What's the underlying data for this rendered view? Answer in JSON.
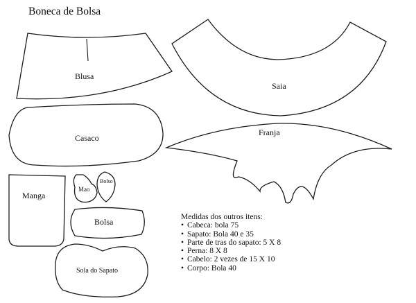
{
  "title": "Boneca de Bolsa",
  "pieces": {
    "blusa": "Blusa",
    "saia": "Saia",
    "casaco": "Casaco",
    "franja": "Franja",
    "manga": "Manga",
    "mao": "Mao",
    "bolso": "Bolso",
    "bolsa": "Bolsa",
    "sola": "Sola do Sapato"
  },
  "notes": {
    "heading": "Medidas dos outros  itens:",
    "bullet": "•",
    "items": [
      "Cabeca: bola 75",
      "Sapato: Bola 40 e 35",
      "Parte de tras do sapato: 5 X 8",
      "Perna: 8 X 8",
      "Cabelo: 2 vezes de 15 X 10",
      "Corpo: Bola 40"
    ]
  }
}
